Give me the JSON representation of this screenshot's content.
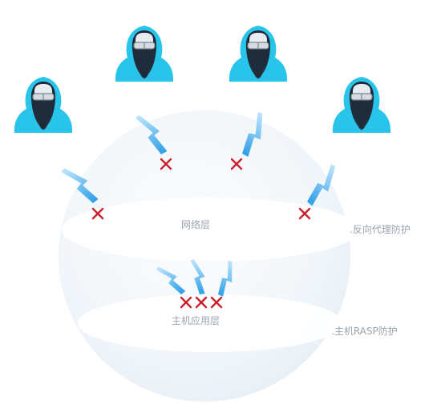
{
  "layers": {
    "network": "网络层",
    "host": "主机应用层"
  },
  "protections": {
    "reverse_proxy": ".反向代理防护",
    "host_rasp": ".主机RASP防护"
  },
  "colors": {
    "hacker_hood": "#29c4ea",
    "lightning": "#4fb6f0",
    "blocked_x": "#c9202c",
    "sphere": "#eef5fa"
  },
  "icons": [
    "hacker-icon",
    "lightning-bolt-icon",
    "blocked-x-icon"
  ]
}
